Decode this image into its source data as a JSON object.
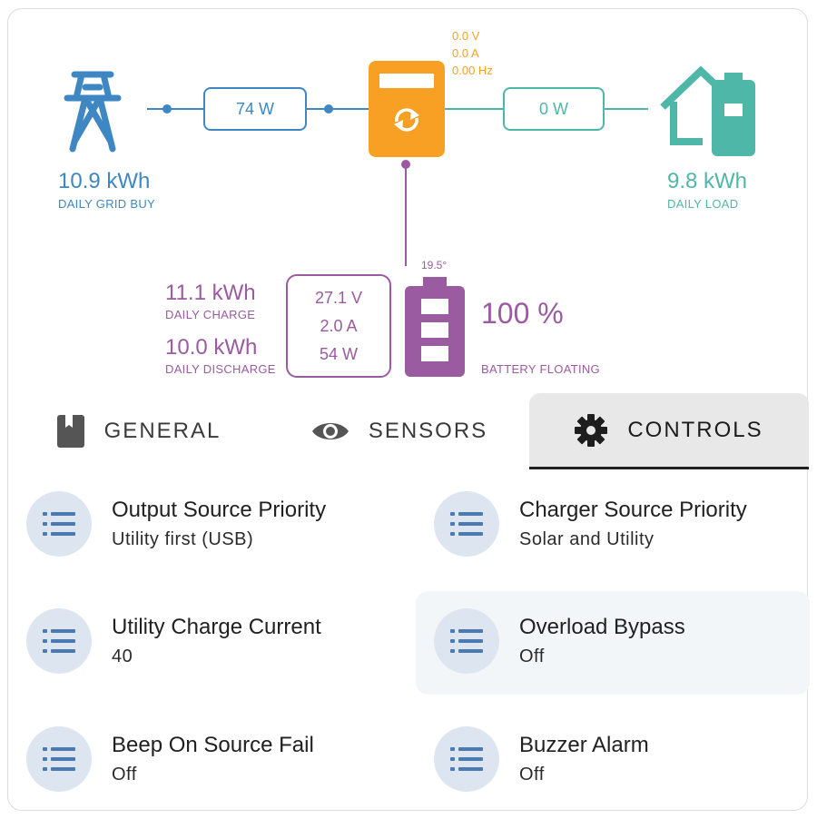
{
  "inverter": {
    "voltage": "0.0 V",
    "current": "0.0 A",
    "frequency": "0.00 Hz"
  },
  "grid": {
    "power": "74 W",
    "energy": "10.9 kWh",
    "label": "DAILY GRID BUY"
  },
  "load": {
    "power": "0 W",
    "energy": "9.8 kWh",
    "label": "DAILY LOAD"
  },
  "battery": {
    "temperature": "19.5°",
    "voltage": "27.1 V",
    "current": "2.0 A",
    "power": "54 W",
    "charge_energy": "11.1 kWh",
    "charge_label": "DAILY CHARGE",
    "discharge_energy": "10.0 kWh",
    "discharge_label": "DAILY DISCHARGE",
    "soc": "100 %",
    "status": "BATTERY FLOATING"
  },
  "tabs": [
    {
      "label": "GENERAL",
      "icon": "book-icon",
      "active": false
    },
    {
      "label": "SENSORS",
      "icon": "eye-icon",
      "active": false
    },
    {
      "label": "CONTROLS",
      "icon": "gear-icon",
      "active": true
    }
  ],
  "controls": [
    {
      "title": "Output Source Priority",
      "value": "Utility first (USB)",
      "icon": "list-icon"
    },
    {
      "title": "Charger Source Priority",
      "value": "Solar and Utility",
      "icon": "list-icon"
    },
    {
      "title": "Utility Charge Current",
      "value": "40",
      "icon": "list-icon"
    },
    {
      "title": "Overload Bypass",
      "value": "Off",
      "icon": "list-icon"
    },
    {
      "title": "Beep On Source Fail",
      "value": "Off",
      "icon": "list-icon"
    },
    {
      "title": "Buzzer Alarm",
      "value": "Off",
      "icon": "list-icon"
    }
  ],
  "colors": {
    "grid": "#3f87c2",
    "inverter": "#f7a023",
    "load": "#4fb7a7",
    "battery": "#9a5ba0"
  }
}
